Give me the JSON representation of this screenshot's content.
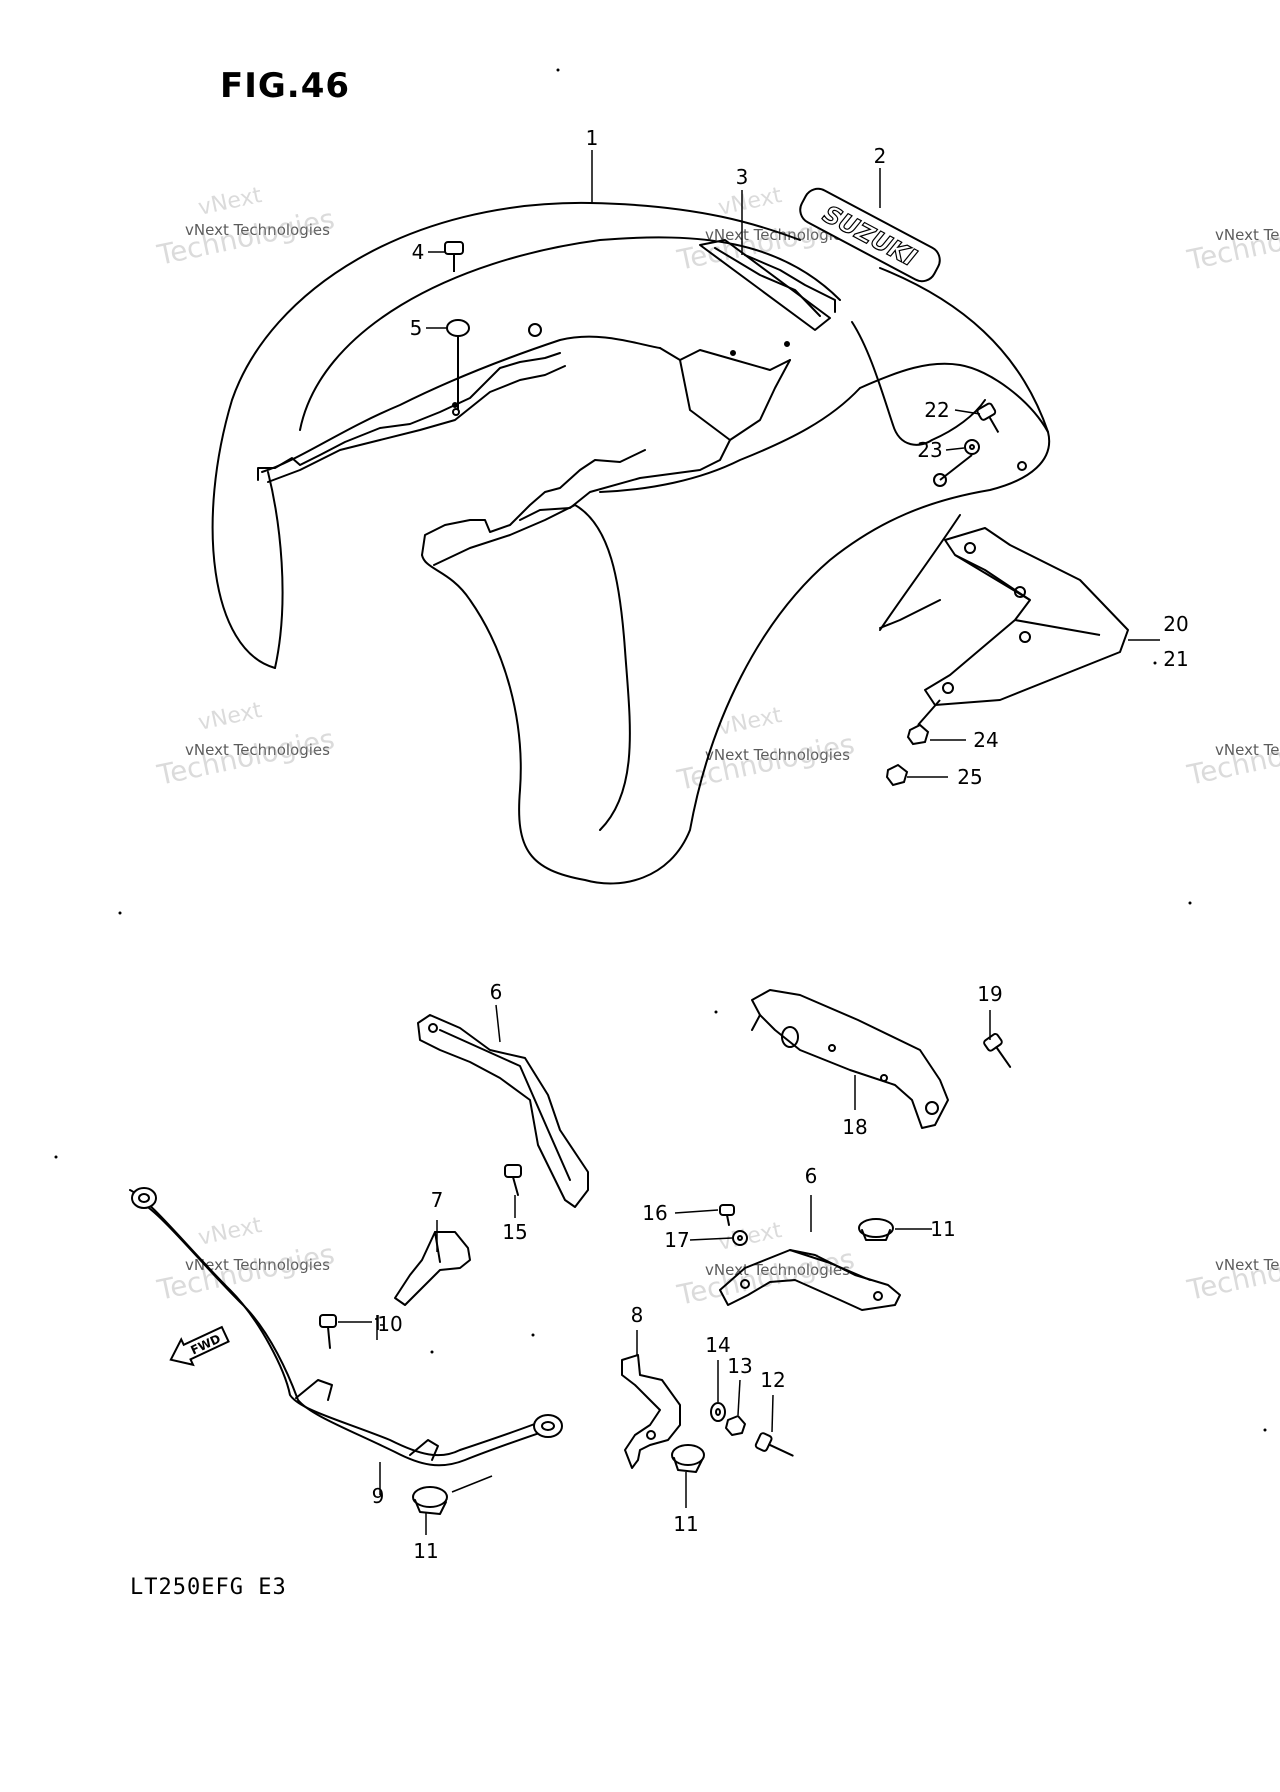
{
  "figure": {
    "title": "FIG.46",
    "model": "LT250EFG E3"
  },
  "watermark": {
    "line1": "vNext Technologies",
    "line2": "Technologies",
    "line3": "vNext"
  },
  "parts": {
    "badge_text": "SUZUKI",
    "fwd_label": "FWD"
  },
  "callouts": {
    "c1": "1",
    "c2": "2",
    "c3": "3",
    "c4": "4",
    "c5": "5",
    "c6a": "6",
    "c6b": "6",
    "c7": "7",
    "c8": "8",
    "c9": "9",
    "c10": "10",
    "c11a": "11",
    "c11b": "11",
    "c11c": "11",
    "c12": "12",
    "c13": "13",
    "c14": "14",
    "c15": "15",
    "c16": "16",
    "c17": "17",
    "c18": "18",
    "c19": "19",
    "c20": "20",
    "c21": "21",
    "c22": "22",
    "c23": "23",
    "c24": "24",
    "c25": "25"
  }
}
